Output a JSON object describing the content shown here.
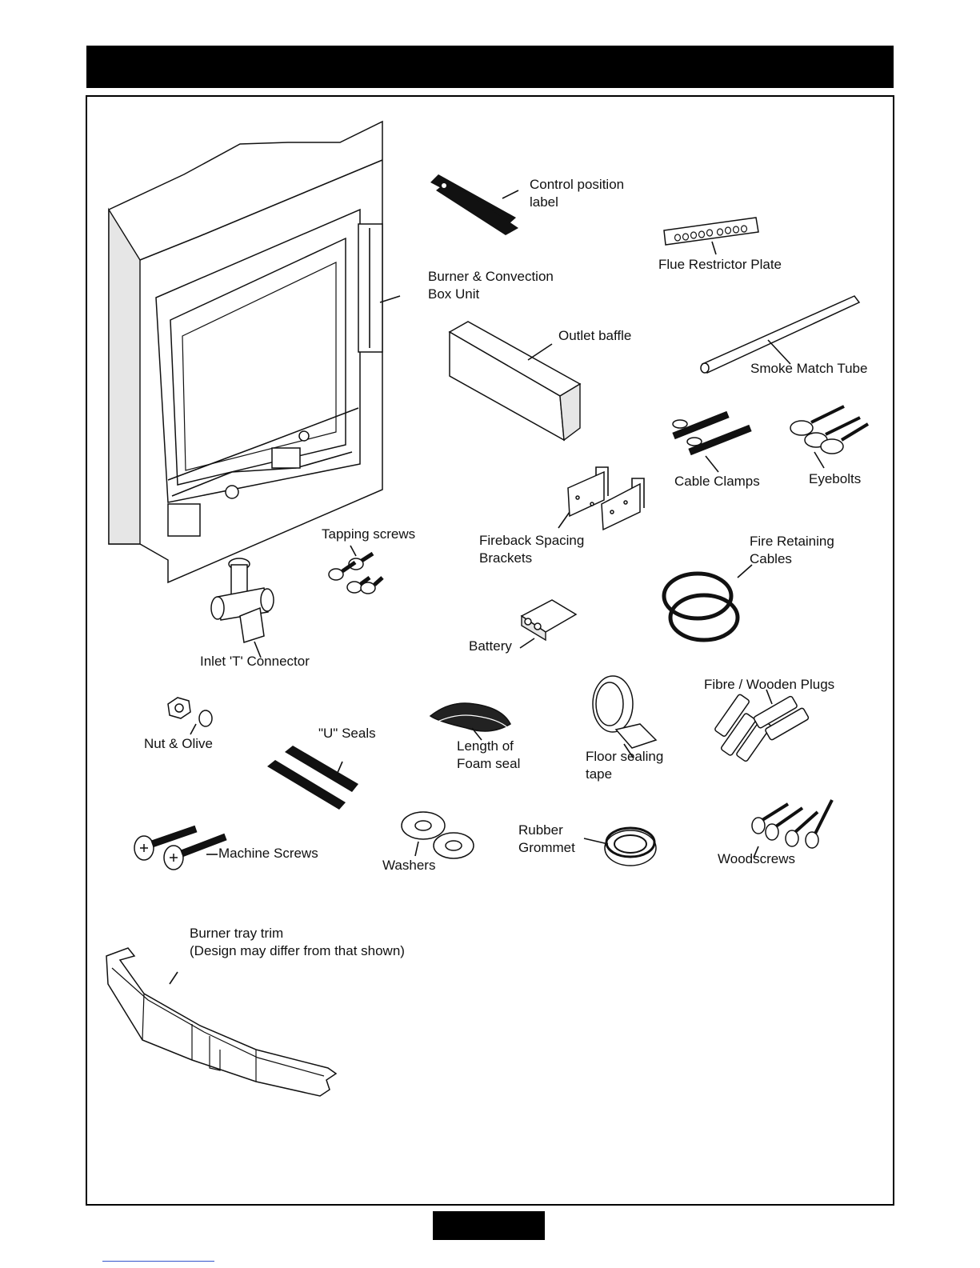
{
  "labels": {
    "control_position_label": "Control position\nlabel",
    "flue_restrictor_plate": "Flue Restrictor Plate",
    "burner_convection_box": "Burner & Convection\nBox Unit",
    "outlet_baffle": "Outlet baffle",
    "smoke_match_tube": "Smoke Match Tube",
    "cable_clamps": "Cable Clamps",
    "eyebolts": "Eyebolts",
    "tapping_screws": "Tapping screws",
    "fireback_spacing_brackets": "Fireback Spacing\nBrackets",
    "fire_retaining_cables": "Fire Retaining\nCables",
    "inlet_t_connector": "Inlet 'T' Connector",
    "battery": "Battery",
    "fibre_wooden_plugs": "Fibre / Wooden Plugs",
    "nut_olive": "Nut & Olive",
    "u_seals": "\"U\" Seals",
    "foam_seal": "Length of\nFoam seal",
    "floor_sealing_tape": "Floor sealing\ntape",
    "machine_screws": "Machine Screws",
    "washers": "Washers",
    "rubber_grommet": "Rubber\nGrommet",
    "woodscrews": "Woodscrews",
    "burner_tray_trim": "Burner tray trim\n(Design may differ from that shown)"
  },
  "colors": {
    "ink": "#111111",
    "bar": "#000000",
    "link": "#3355cc"
  }
}
